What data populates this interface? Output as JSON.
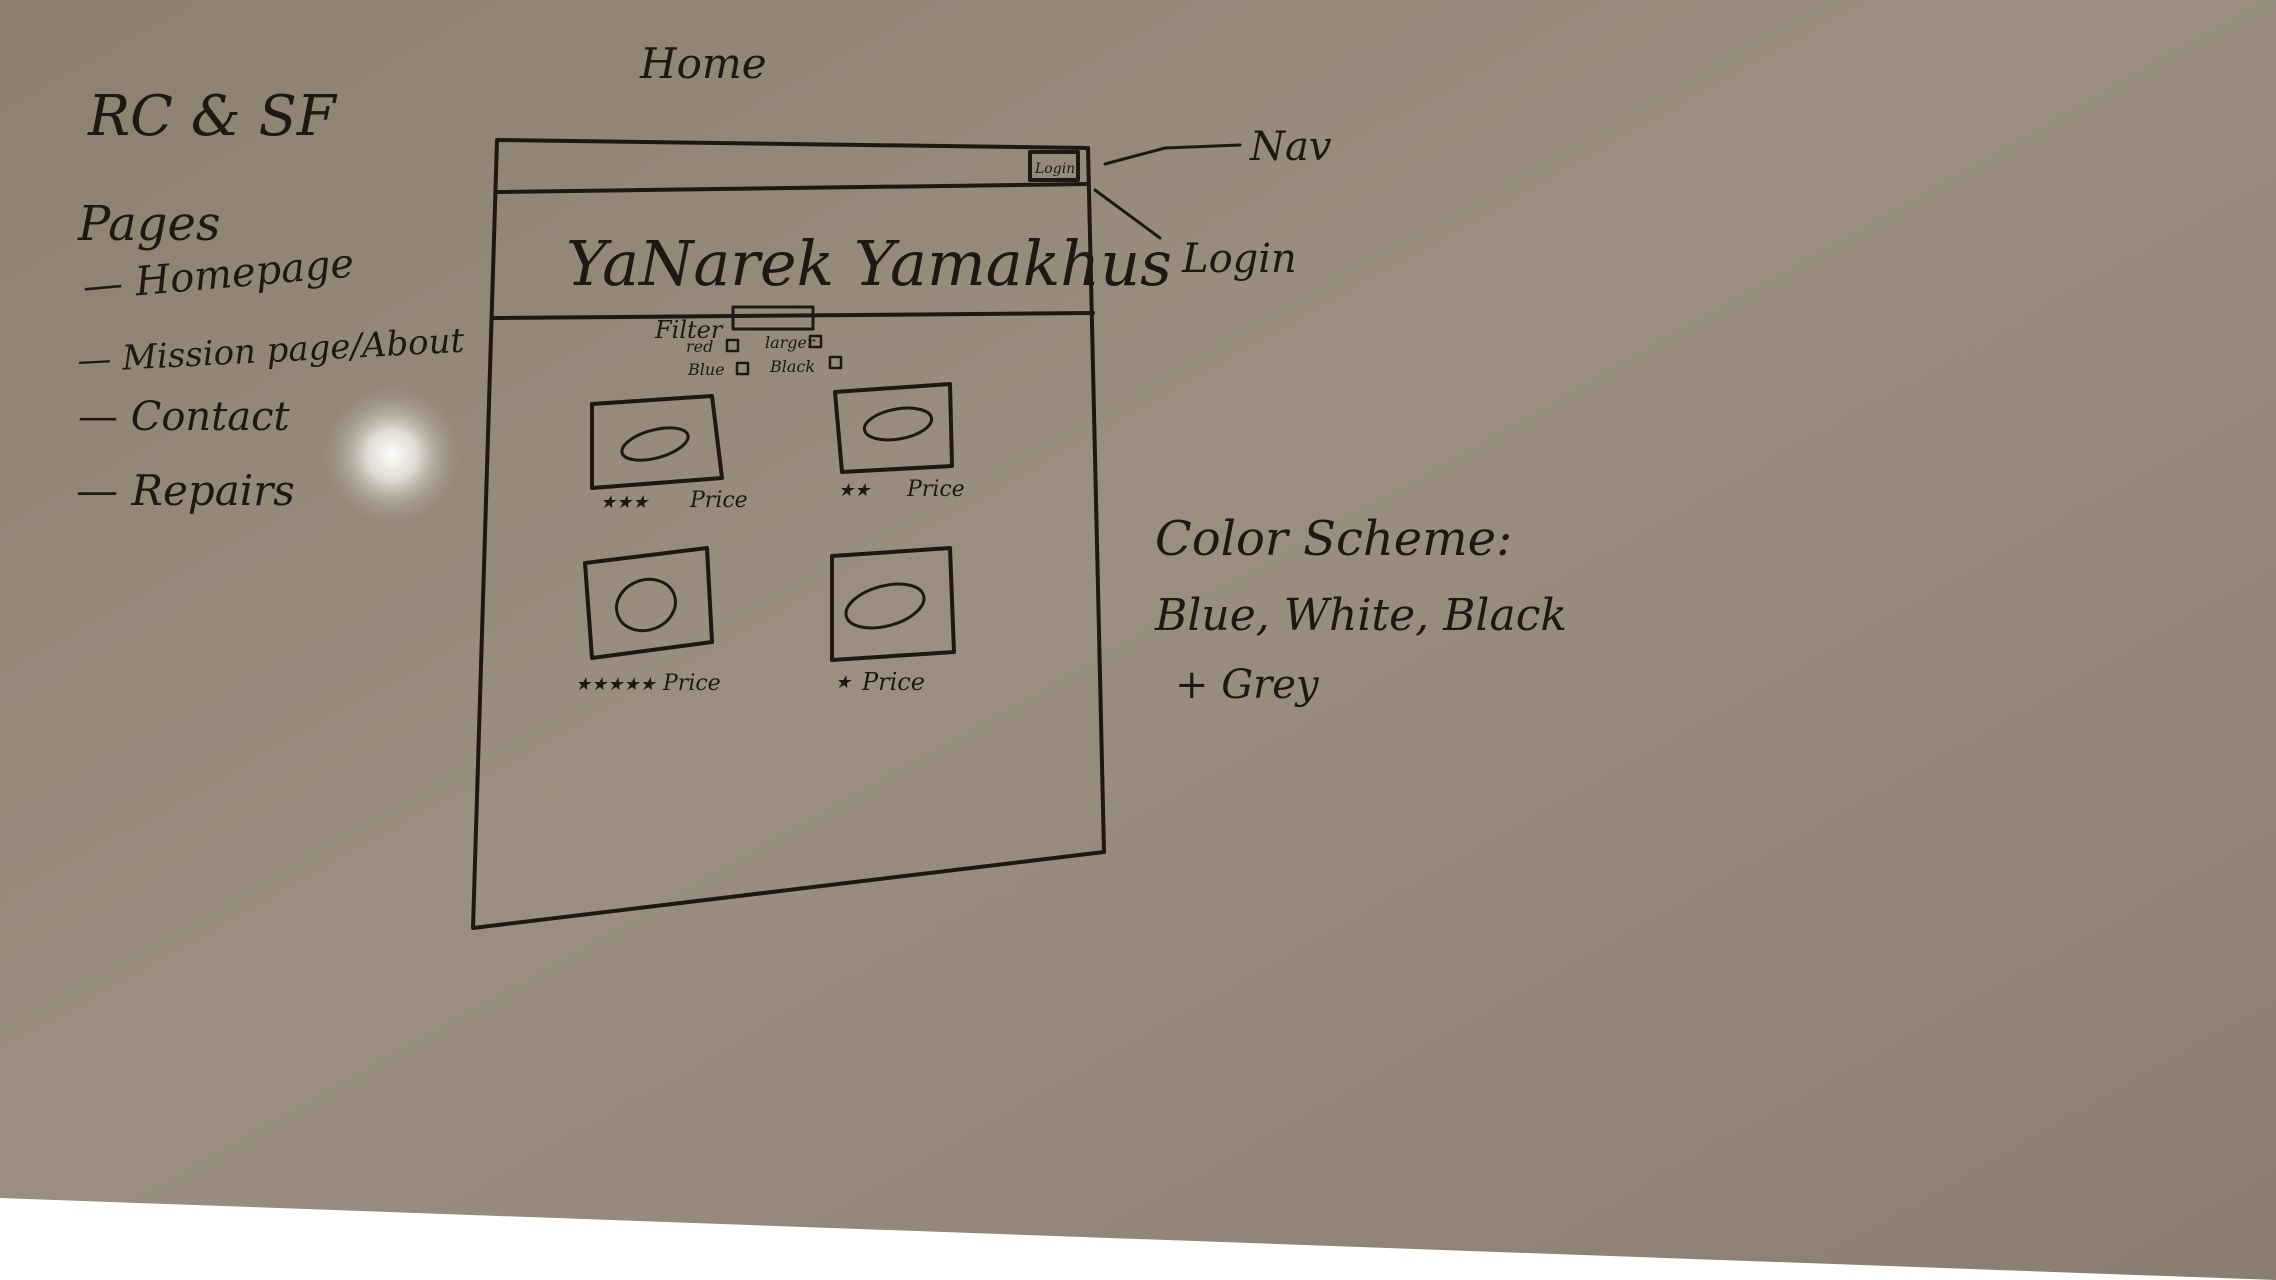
{
  "project_title": "RC & SF",
  "pages_heading": "Pages",
  "pages": [
    "— Homepage",
    "— Mission page/About",
    "— Contact",
    "— Repairs"
  ],
  "sketch_page_label": "Home",
  "sketch": {
    "brand": "YaNarek Yamakhus",
    "login_box": "Login",
    "filter_label": "Filter",
    "filter_options": [
      "red",
      "larger",
      "Blue",
      "Black"
    ],
    "products": [
      {
        "price_label": "Price",
        "stars": 3
      },
      {
        "price_label": "Price",
        "stars": 2
      },
      {
        "price_label": "Price",
        "stars": 5
      },
      {
        "price_label": "Price",
        "stars": 1
      }
    ]
  },
  "annotations": {
    "nav": "Nav",
    "login": "Login"
  },
  "color_scheme": {
    "heading": "Color Scheme:",
    "line1": "Blue, White, Black",
    "line2": "+ Grey"
  }
}
